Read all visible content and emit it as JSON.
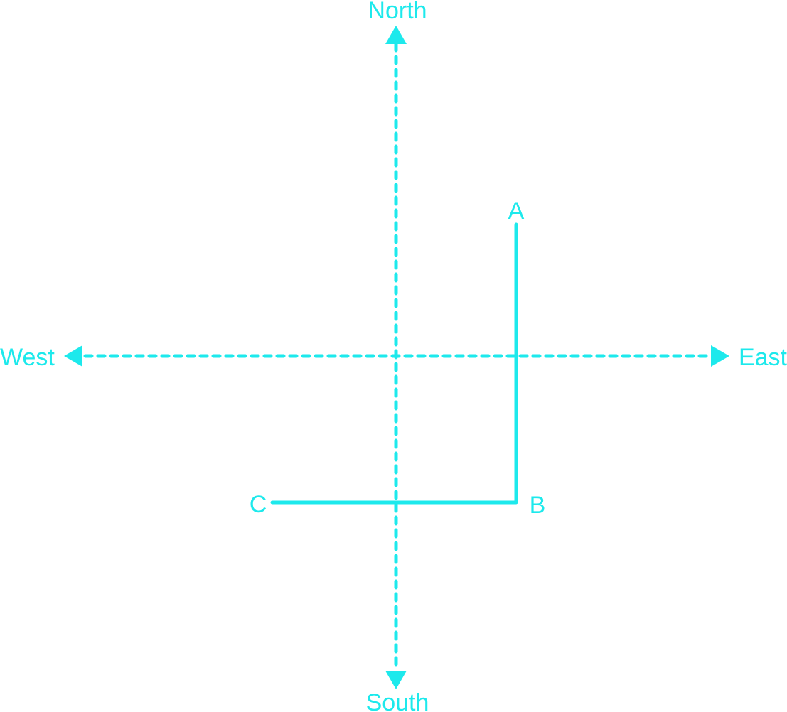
{
  "colors": {
    "primary": "#1DE9EC",
    "background": "#FFFFFF"
  },
  "compass": {
    "north": "North",
    "south": "South",
    "east": "East",
    "west": "West"
  },
  "points": {
    "a": "A",
    "b": "B",
    "c": "C"
  }
}
